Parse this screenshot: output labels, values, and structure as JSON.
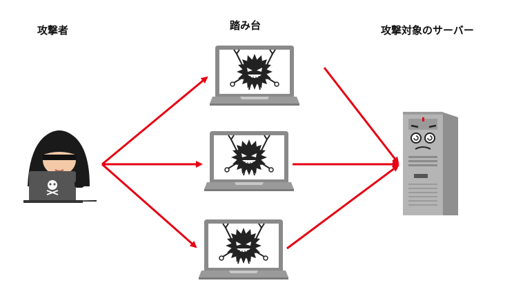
{
  "labels": {
    "attacker": "攻撃者",
    "stepping_stone": "踏み台",
    "target_server": "攻撃対象のサーバー"
  },
  "icons": {
    "attacker": "hooded-hacker-icon",
    "stepping_stone": "infected-laptop-icon",
    "target": "server-tower-icon",
    "arrow": "arrow-right-icon"
  },
  "colors": {
    "arrow": "#e60012",
    "hood": "#1a1a1a",
    "laptop_frame": "#8a8a8a",
    "laptop_screen": "#ffffff",
    "virus": "#222222",
    "server_body": "#b5b5b5",
    "server_side": "#8f8f8f"
  }
}
